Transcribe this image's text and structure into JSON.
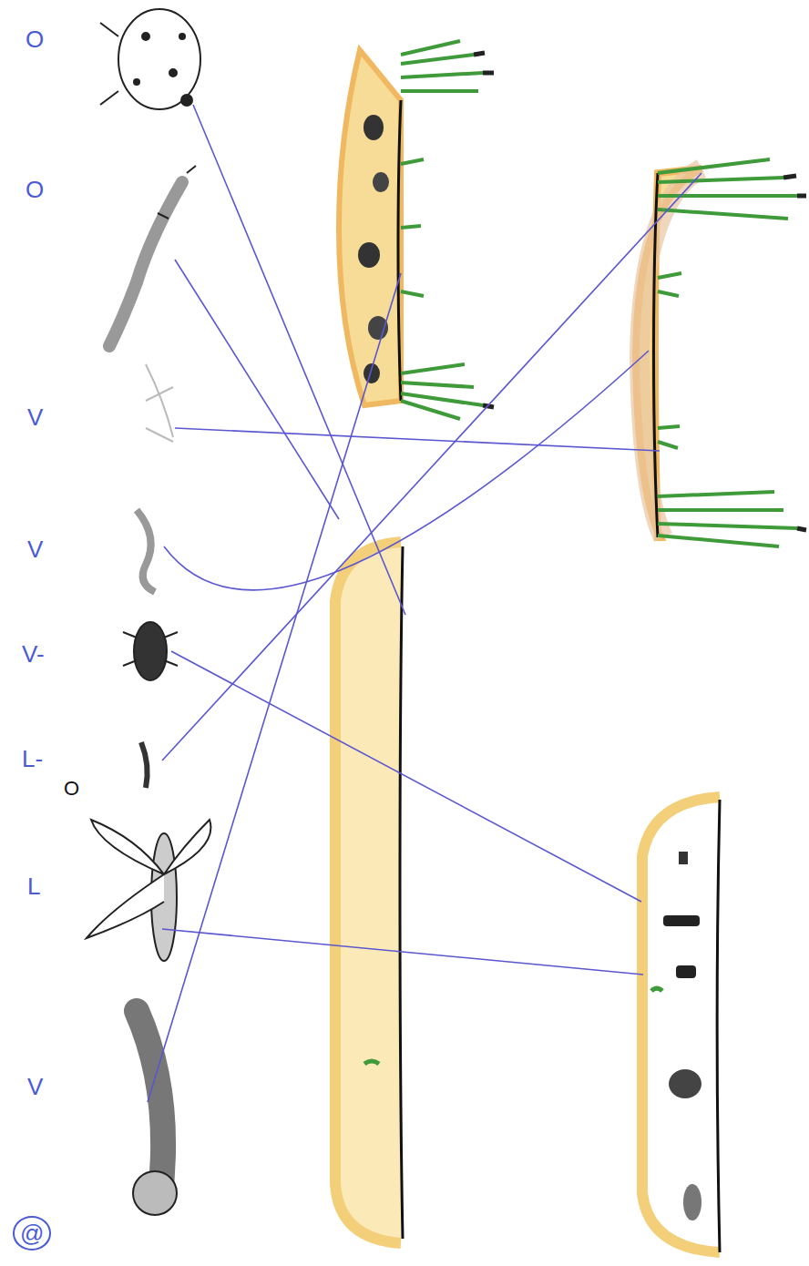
{
  "diagram": {
    "labels": [
      "O",
      "O",
      "V",
      "V",
      "V-",
      "L-",
      "O",
      "L",
      "V",
      "@"
    ]
  }
}
